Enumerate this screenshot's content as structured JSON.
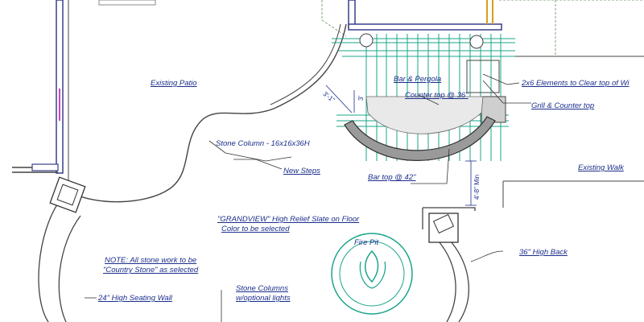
{
  "labels": {
    "existing_patio": "Existing Patio",
    "bar_pergola": "Bar & Pergola",
    "counter_top": "Counter top @ 36\"",
    "elements_2x6": "2x6 Elements to Clear top of Wi",
    "grill_counter": "Grill & Counter top",
    "stone_column": "Stone Column - 16x16x36H",
    "new_steps": "New Steps",
    "bar_top": "Bar top @ 42\"",
    "existing_walk": "Existing Walk",
    "grandview_line1": "\"GRANDVIEW\" High Relief Slate on Floor",
    "grandview_line2": "Color to be selected",
    "fire_pit": "Fire Pit",
    "high_back": "36\" High Back",
    "note_line1": "NOTE: All stone work to be",
    "note_line2": "\"Country Stone\" as selected",
    "seating_wall": "24\" High Seating Wall",
    "stone_columns_line1": "Stone Columns",
    "stone_columns_line2": "w/optional lights"
  },
  "dimensions": {
    "dim_3_1": "3'-1\"",
    "dim_3": "3'",
    "dim_4_8_min": "4'-8\" Min"
  },
  "colors": {
    "ink": "#1c2f8c",
    "line": "#444444",
    "wall": "#3a3f8a",
    "pergola": "#19a58a",
    "walk_edge": "#7fa37a",
    "bar_fill": "#9a9a9a",
    "post": "#d4a017",
    "accent": "#cc44cc"
  }
}
